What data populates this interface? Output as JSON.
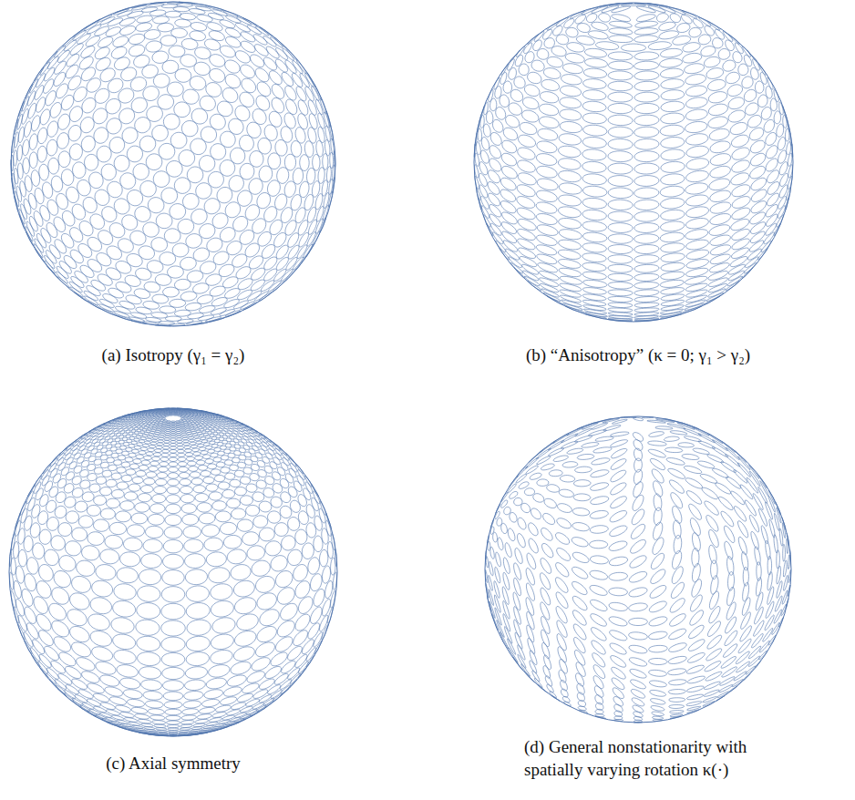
{
  "diagram": {
    "labels": [
      "(a) Isotropy (γ₁ = γ₂)",
      "(b) “Anisotropy” (κ = 0; γ₁ > γ₂)",
      "(c) Axial symmetry",
      "(d) General nonstationarity with spatially varying rotation κ(·)"
    ]
  }
}
